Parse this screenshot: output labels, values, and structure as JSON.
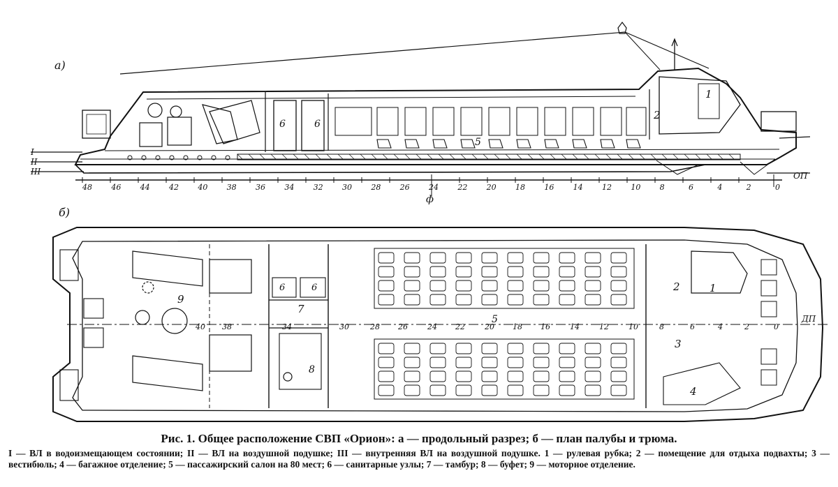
{
  "panels": {
    "a": "а)",
    "b": "б)"
  },
  "waterlines": {
    "wl1": "I",
    "wl2": "II",
    "wl3": "III",
    "op": "ОП",
    "dp": "ДП"
  },
  "frames_a": [
    "48",
    "46",
    "44",
    "42",
    "40",
    "38",
    "36",
    "34",
    "32",
    "30",
    "28",
    "26",
    "24",
    "22",
    "20",
    "18",
    "16",
    "14",
    "12",
    "10",
    "8",
    "6",
    "4",
    "2",
    "0"
  ],
  "frames_b": [
    "40",
    "38",
    "34",
    "30",
    "28",
    "26",
    "24",
    "22",
    "20",
    "18",
    "16",
    "14",
    "12",
    "10",
    "8",
    "6",
    "4",
    "2",
    "0"
  ],
  "midship": "ф",
  "zones_a": {
    "z1": "1",
    "z2": "2",
    "z5": "5",
    "z6a": "6",
    "z6b": "6"
  },
  "zones_b": {
    "z1": "1",
    "z2": "2",
    "z3": "3",
    "z4": "4",
    "z5": "5",
    "z6a": "6",
    "z6b": "6",
    "z7": "7",
    "z8": "8",
    "z9": "9"
  },
  "caption": "Рис. 1. Общее расположение СВП «Орион»: а — продольный разрез; б — план палубы и трюма.",
  "legend": [
    "I — ВЛ в водоизмещающем состоянии;",
    "II — ВЛ на воздушной подушке;",
    "III — внутренняя ВЛ на воздушной подушке.",
    "1 — рулевая рубка;",
    "2 — помещение для отдыха подвахты;",
    "3 — вестибюль;",
    "4 — багажное отделение;",
    "5 — пассажирский салон на 80 мест;",
    "6 — санитарные узлы;",
    "7 — тамбур;",
    "8 — буфет;",
    "9 — моторное отделение."
  ]
}
